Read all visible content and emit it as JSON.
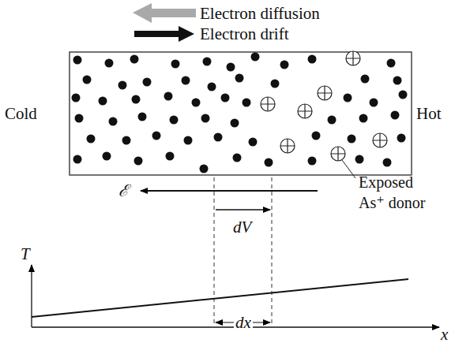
{
  "diagram": {
    "labels": [
      "Electron diffusion",
      "Electron drift",
      "Cold",
      "Hot",
      "ℰ",
      "dV",
      "Exposed As⁺ donor",
      "T",
      "dx",
      "x"
    ]
  }
}
